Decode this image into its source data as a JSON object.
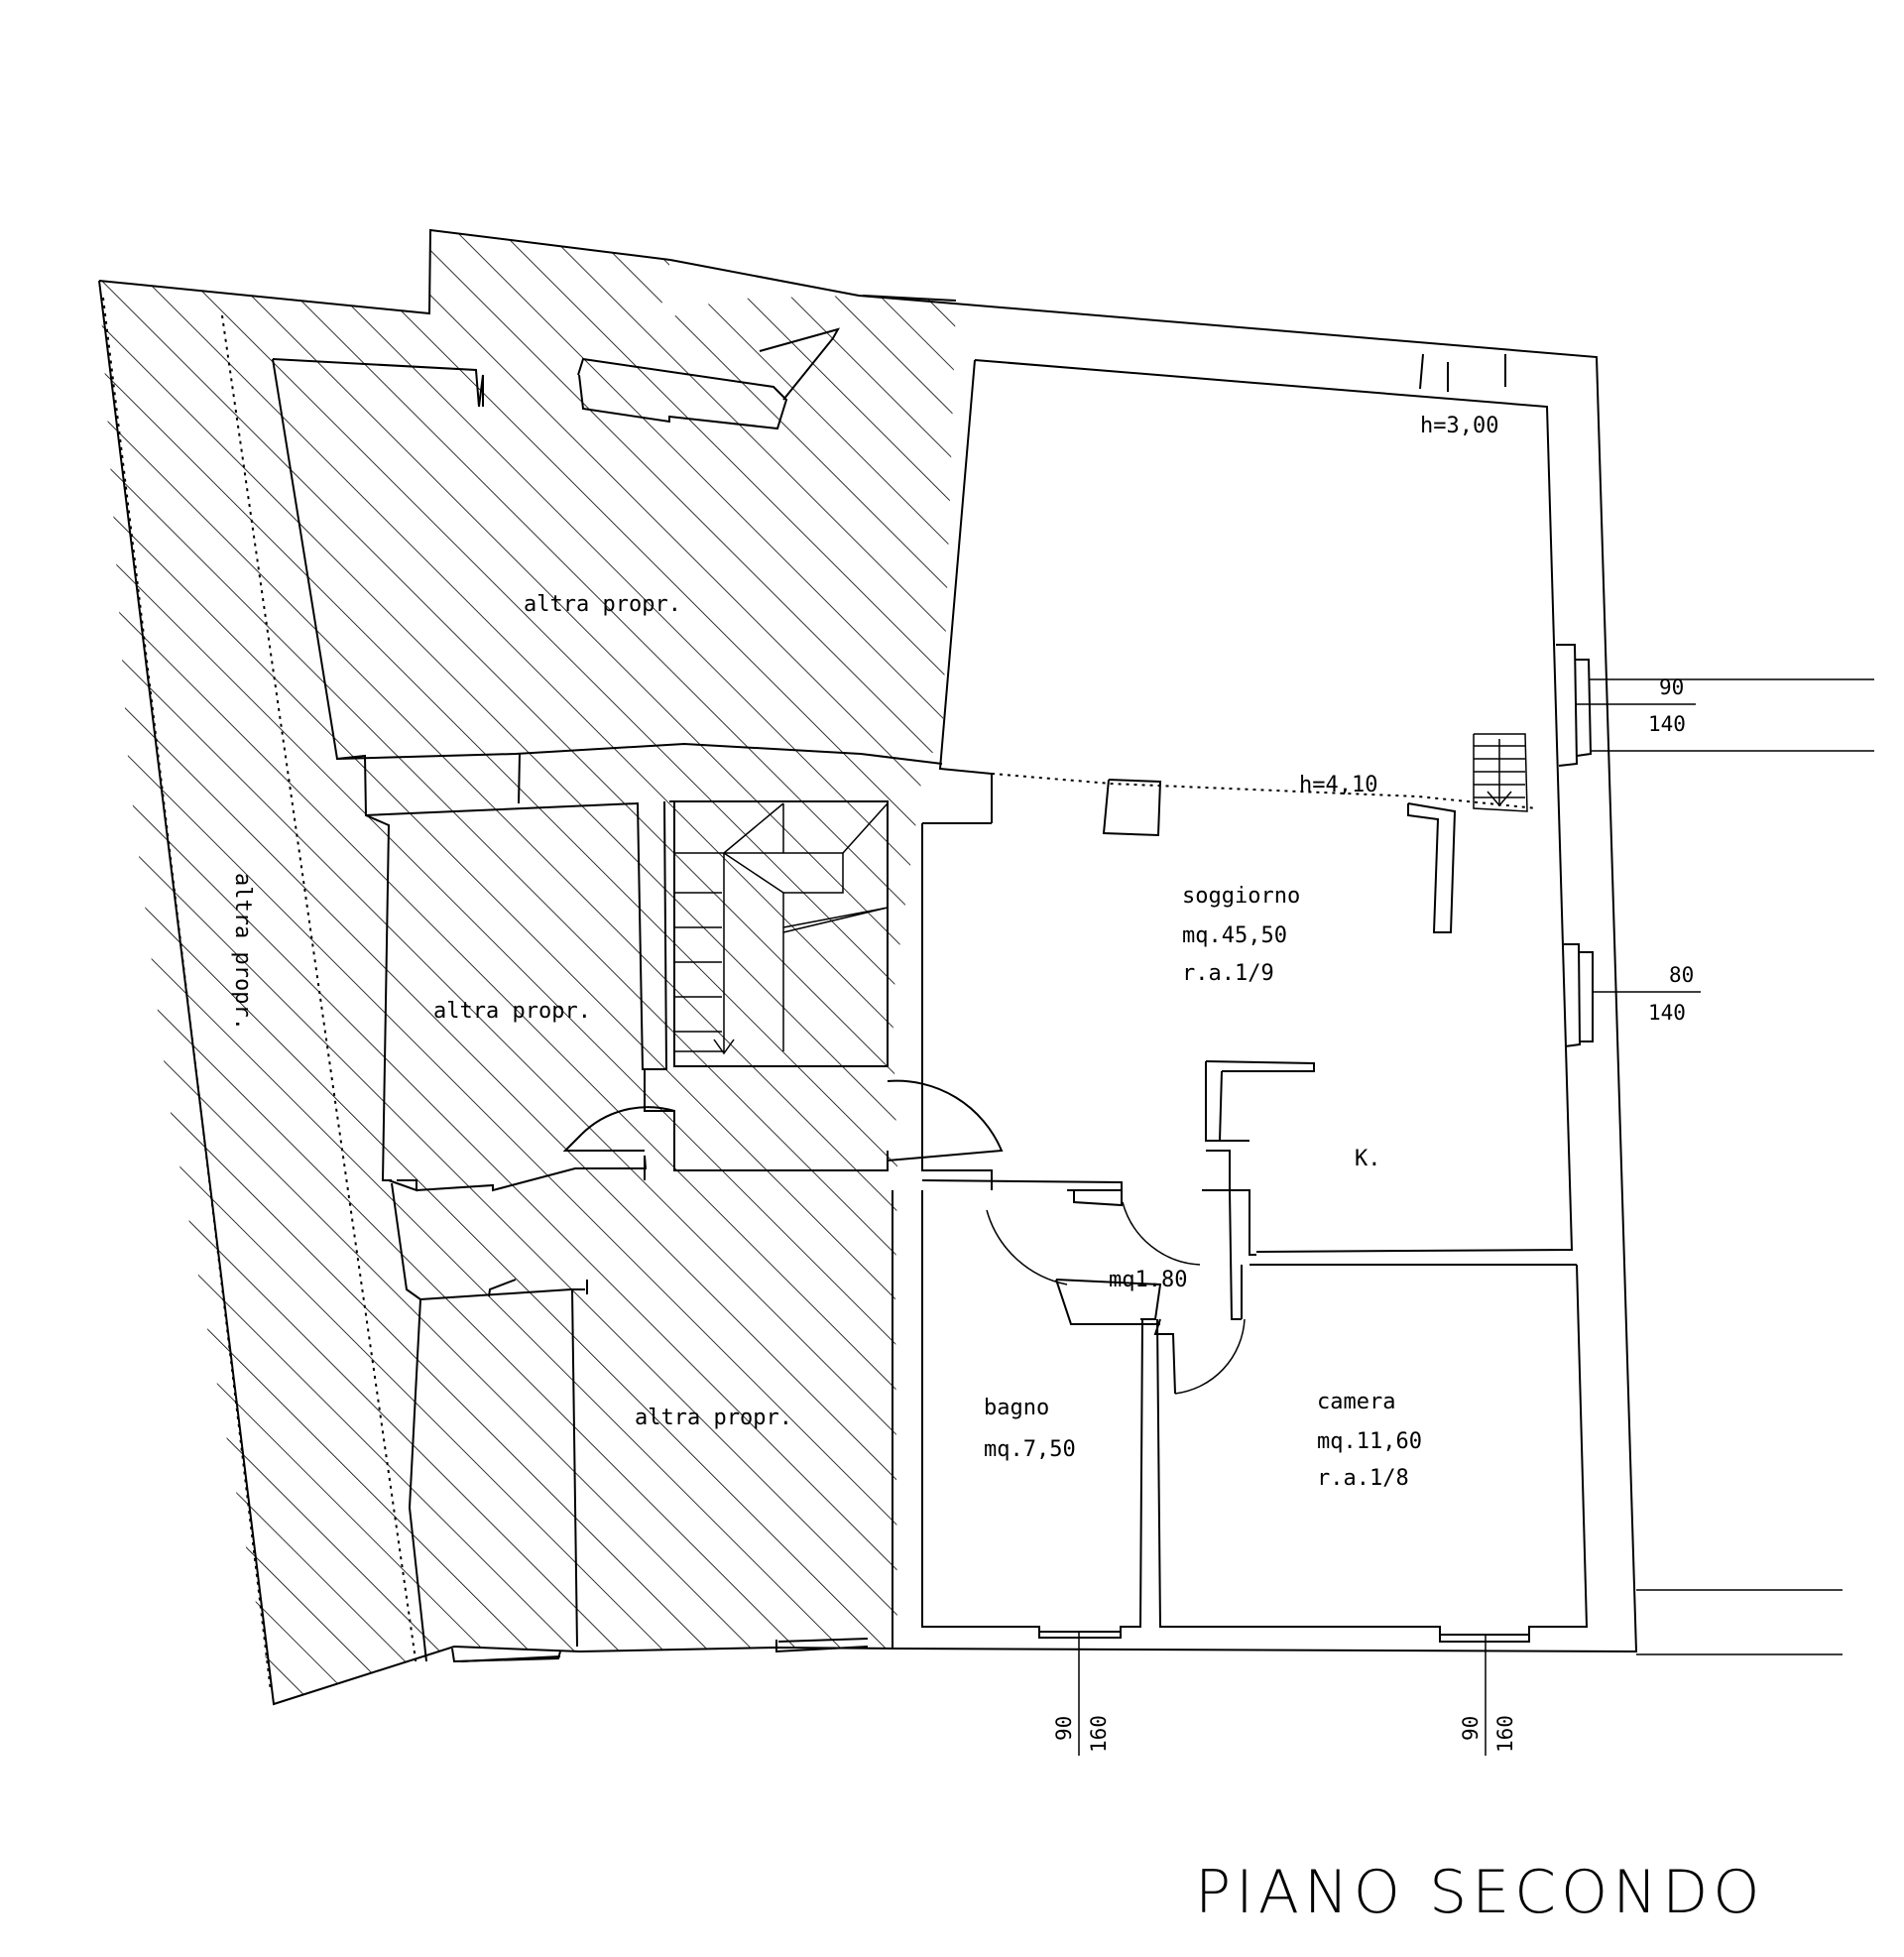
{
  "title": "PIANO SECONDO",
  "rooms": {
    "soggiorno": {
      "name": "soggiorno",
      "area": "mq.45,50",
      "ratio": "r.a.1/9"
    },
    "bagno": {
      "name": "bagno",
      "area": "mq.7,50"
    },
    "camera": {
      "name": "camera",
      "area": "mq.11,60",
      "ratio": "r.a.1/8"
    },
    "kitchen": {
      "name": "K."
    },
    "corridor": {
      "area": "mq1.80"
    }
  },
  "heights": {
    "upper": "h=3,00",
    "lower": "h=4,10"
  },
  "other_property": {
    "top": "altra propr.",
    "middle": "altra propr.",
    "bottom": "altra propr.",
    "side": "altra propr."
  },
  "windows": {
    "east_upper": {
      "width": "90",
      "height": "140"
    },
    "east_lower": {
      "width": "80",
      "height": "140"
    },
    "south_bagno": {
      "width": "90",
      "height": "160"
    },
    "south_camera": {
      "width": "90",
      "height": "160"
    }
  }
}
